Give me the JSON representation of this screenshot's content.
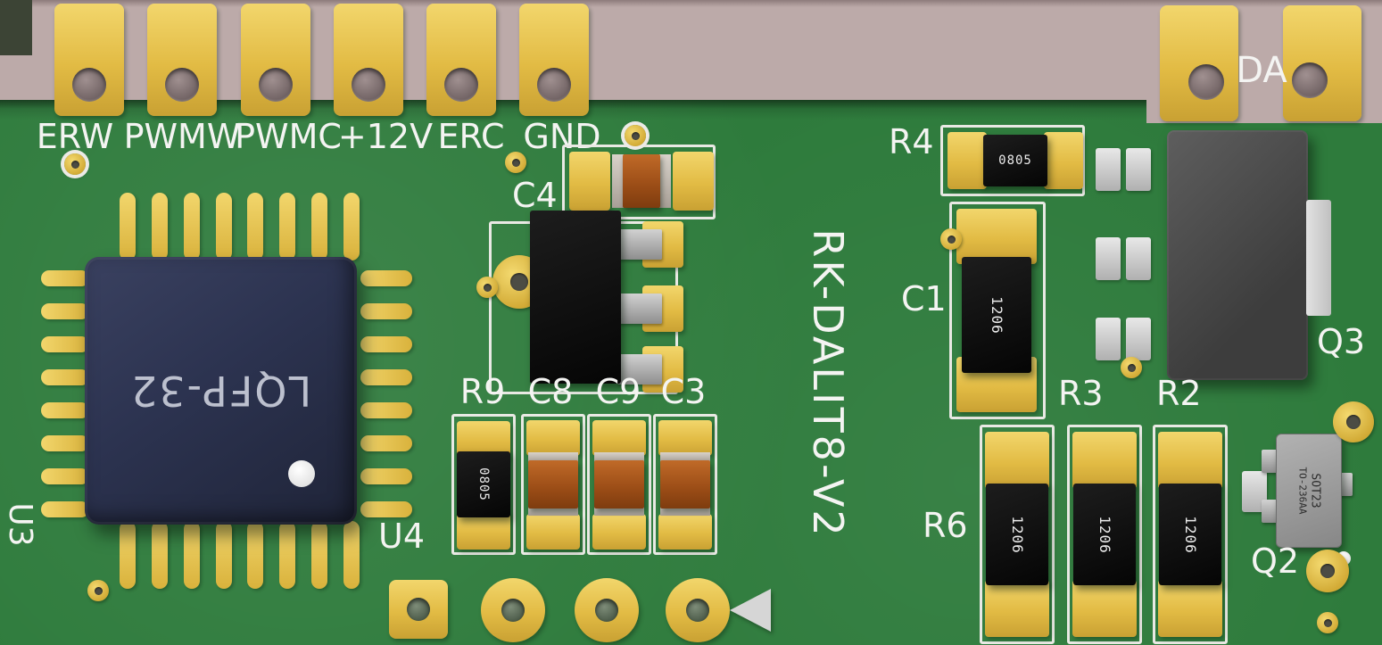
{
  "colors": {
    "background": "#bcaaa9",
    "pcb_green": "#2e7b3c",
    "pad_gold": "#e5c04a",
    "silkscreen_white": "#f4f4f2",
    "ic_body_navy": "#2c3350",
    "smd_black": "#0b0b0b",
    "capacitor_orange": "#b05c1f",
    "mosfet_gray": "#4b4b4b",
    "sot23_gray": "#9d9d9d"
  },
  "connector": {
    "labels": [
      "ERW",
      "PWMW",
      "PWMC",
      "+12V",
      "ERC",
      "GND"
    ]
  },
  "da_connector": {
    "label": "DA"
  },
  "board_title": "RK-DALIT8-V2",
  "u3": {
    "ref": "U3",
    "marking": "LQFP-32"
  },
  "u4_ref": "U4",
  "c4_ref": "C4",
  "r9": {
    "ref": "R9",
    "marking": "0805"
  },
  "c8_ref": "C8",
  "c9_ref": "C9",
  "c3_ref": "C3",
  "r4": {
    "ref": "R4",
    "marking": "0805"
  },
  "c1": {
    "ref": "C1",
    "marking": "1206"
  },
  "r3_ref": "R3",
  "r2_ref": "R2",
  "r6": {
    "ref": "R6",
    "markings": [
      "1206",
      "1206",
      "1206"
    ]
  },
  "q3_ref": "Q3",
  "q2": {
    "ref": "Q2",
    "marking_line1": "SOT23",
    "marking_line2": "TO-236AA"
  }
}
